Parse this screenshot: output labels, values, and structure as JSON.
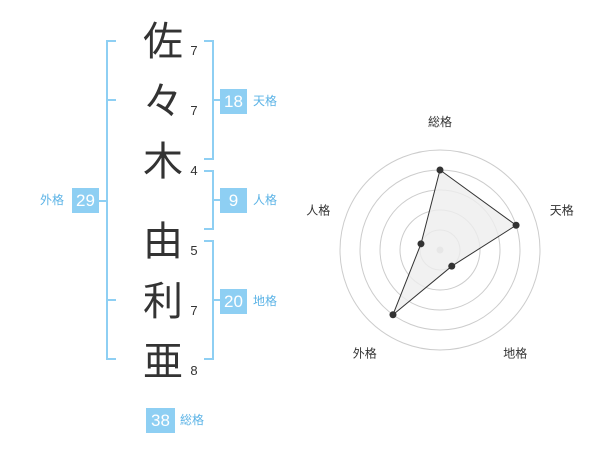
{
  "name": {
    "chars": [
      "佐",
      "々",
      "木",
      "由",
      "利",
      "亜"
    ],
    "strokes": [
      "7",
      "7",
      "4",
      "5",
      "7",
      "8"
    ]
  },
  "scores": {
    "tenkaku": {
      "value": "18",
      "label": "天格"
    },
    "jinkaku": {
      "value": "9",
      "label": "人格"
    },
    "chikaku": {
      "value": "20",
      "label": "地格"
    },
    "gaikaku": {
      "value": "29",
      "label": "外格"
    },
    "soukaku": {
      "value": "38",
      "label": "総格"
    }
  },
  "chart_data": {
    "type": "radar",
    "axes": [
      "総格",
      "天格",
      "地格",
      "外格",
      "人格"
    ],
    "levels": 5,
    "values": [
      4,
      4,
      1,
      4,
      1
    ],
    "max": 5,
    "colors": {
      "grid": "#cccccc",
      "fill": "#eeeeee",
      "line": "#333333",
      "point": "#333333",
      "center": "#cccccc"
    }
  }
}
